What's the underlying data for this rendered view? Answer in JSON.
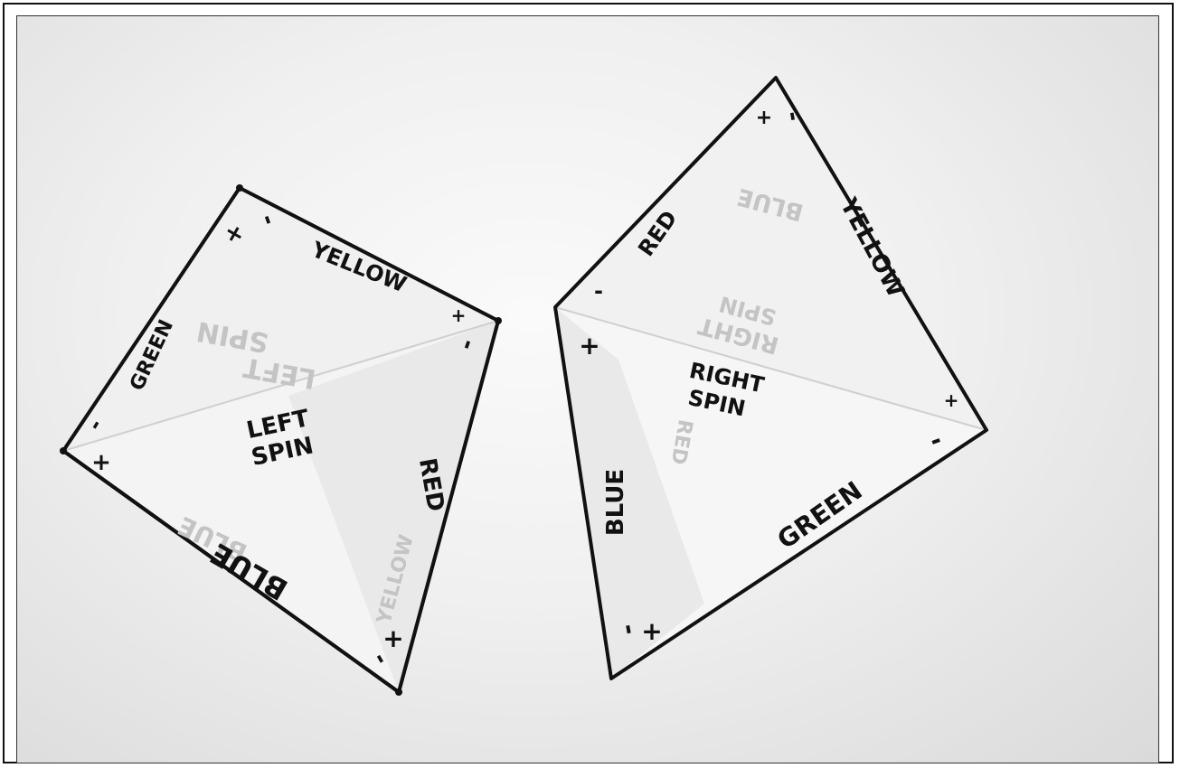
{
  "left_kite": {
    "labels": {
      "yellow": "YELLOW",
      "green": "GREEN",
      "red": "RED",
      "blue": "BLUE",
      "spin_line1": "LEFT",
      "spin_line2": "SPIN"
    },
    "show_through": {
      "line1": "LEFT",
      "line2": "SPIN",
      "blue": "BLUE",
      "yellow": "YELLOW"
    },
    "signs": {
      "top_plus": "+",
      "top_minus": "-",
      "right_plus": "+",
      "right_minus": "-",
      "left_minus": "-",
      "left_plus": "+",
      "bottom_minus": "-",
      "bottom_plus": "+"
    }
  },
  "right_kite": {
    "labels": {
      "yellow": "YELLOW",
      "red": "RED",
      "blue": "BLUE",
      "green": "GREEN",
      "spin_line1": "RIGHT",
      "spin_line2": "SPIN"
    },
    "show_through": {
      "line1": "RIGHT",
      "line2": "SPIN",
      "blue": "BLUE",
      "red": "RED"
    },
    "signs": {
      "top_plus": "+",
      "top_minus": "-",
      "left_minus": "-",
      "left_plus": "+",
      "right_plus": "+",
      "right_minus": "-",
      "bottom_minus": "-",
      "bottom_plus": "+"
    }
  }
}
